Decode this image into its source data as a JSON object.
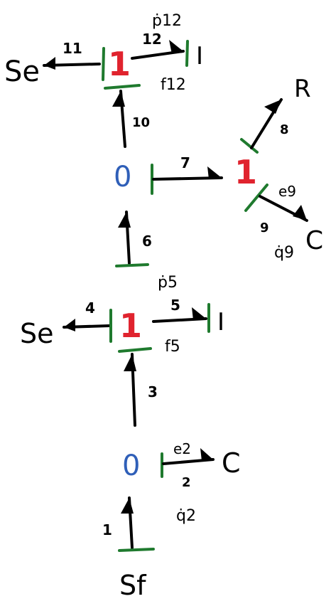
{
  "colors": {
    "zero_junction": "#2f5fb8",
    "one_junction": "#e0232e",
    "causal_stroke": "#1f7a2e",
    "bond": "#000000"
  },
  "elements": {
    "se_top": "Se",
    "i_top": "I",
    "r_right": "R",
    "c_right": "C",
    "se_mid": "Se",
    "i_mid": "I",
    "c_bottom": "C",
    "sf_bottom": "Sf"
  },
  "junctions": {
    "one_top": "1",
    "zero_upper": "0",
    "one_right": "1",
    "one_mid": "1",
    "zero_lower": "0"
  },
  "bond_numbers": {
    "b1": "1",
    "b2": "2",
    "b3": "3",
    "b4": "4",
    "b5": "5",
    "b6": "6",
    "b7": "7",
    "b8": "8",
    "b9": "9",
    "b10": "10",
    "b11": "11",
    "b12": "12"
  },
  "annotations": {
    "p12_dot": "ṗ12",
    "f12": "f12",
    "e9": "e9",
    "q9_dot": "q̇9",
    "p5_dot": "ṗ5",
    "f5": "f5",
    "e2": "e2",
    "q2_dot": "q̇2"
  }
}
